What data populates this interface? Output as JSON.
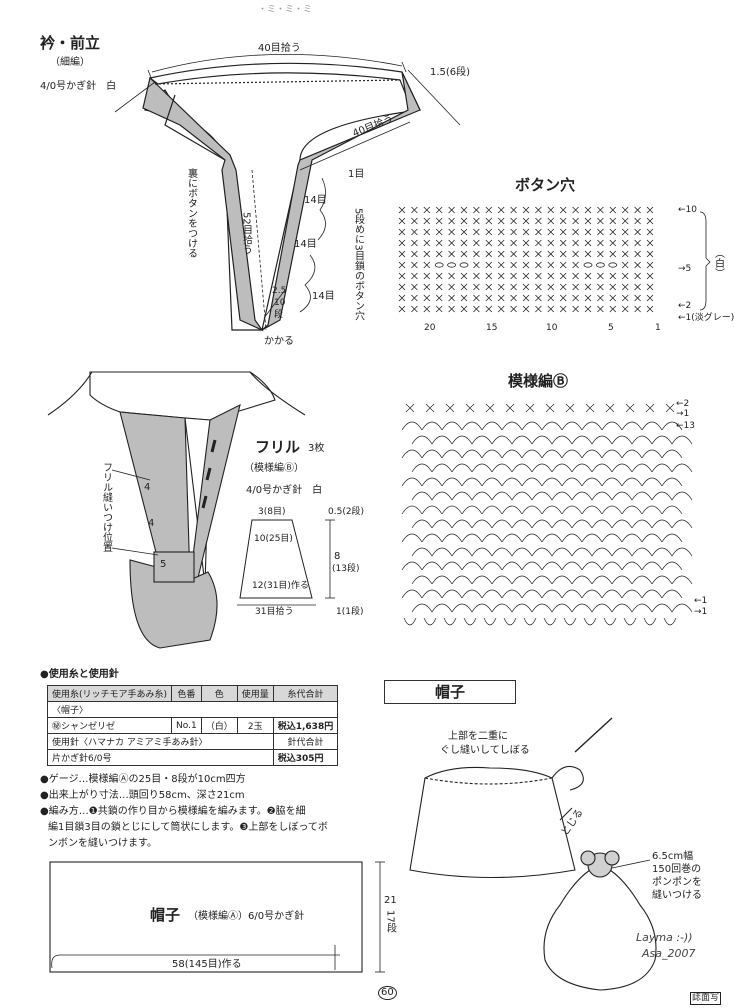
{
  "page_header": "・ミ・ミ・ミ",
  "collar": {
    "title": "衿・前立",
    "stitch": "（細編）",
    "hook": "4/0号かぎ針　白",
    "top_count": "40目拾う",
    "side_rows": "1.5(6段)",
    "side_pick": "40目拾う",
    "one_st": "1目",
    "back_button": "裏にボタンをつける",
    "pick52": "52目拾う",
    "c14a": "14目",
    "c14b": "14目",
    "c14c": "14目",
    "buttonhole_note": "5段めに3目鎖のボタン穴",
    "tip_w": "2.5",
    "tip_st": "10",
    "tip_rows": "段",
    "overlap": "かかる"
  },
  "buttonhole": {
    "title": "ボタン穴",
    "row_labels": [
      "←10",
      "→5",
      "←2",
      "←1(淡グレー)"
    ],
    "side_label": "（白）",
    "col_labels": [
      "20",
      "15",
      "10",
      "5",
      "1"
    ]
  },
  "pattern_b": {
    "title": "模様編Ⓑ",
    "right_labels": [
      "←2",
      "→1",
      "←13",
      "←1",
      "→1"
    ]
  },
  "ruffle_place": {
    "label": "フリル縫いつけ位置",
    "n1": "4",
    "n2": "4",
    "n3": "5"
  },
  "ruffle": {
    "title": "フリル",
    "count": "3枚",
    "stitch": "（模様編Ⓑ）",
    "hook": "4/0号かぎ針　白",
    "top_sts": "3(8目)",
    "mid_sts": "10(25目)",
    "low_sts": "12(31目)作る",
    "pick": "31目拾う",
    "r05": "0.5(2段)",
    "r8": "8",
    "r13": "(13段)",
    "r1": "1(1段)"
  },
  "materials": {
    "heading": "●使用糸と使用針",
    "table_header": [
      "使用糸(リッチモア手あみ糸)",
      "色番",
      "色",
      "使用量",
      "糸代合計"
    ],
    "hat_row": "〈帽子〉",
    "yarn": "㊙シャンゼリゼ",
    "color_no": "No.1",
    "color": "（白）",
    "amount": "2玉",
    "yarn_price": "税込1,638円",
    "needle_used": "使用針〈ハマナカ アミアミ手あみ針〉",
    "needle_total": "針代合計",
    "hook_size": "片かぎ針6/0号",
    "needle_price": "税込305円"
  },
  "notes": {
    "gauge": "●ゲージ…模様編Ⓐの25目・8段が10cm四方",
    "size": "●出来上がり寸法…頭回り58cm、深さ21cm",
    "method1": "●編み方…❶共鎖の作り目から模様編を編みます。❷脇を細",
    "method2": "編1目鎖3目の鎖とじにして筒状にします。❸上部をしぼってボ",
    "method3": "ンボンを縫いつけます。"
  },
  "hat_section": {
    "title": "帽子",
    "gather_note1": "上部を二重に",
    "gather_note2": "ぐし縫いしてしぼる",
    "close": "とじる",
    "pompon1": "6.5cm幅",
    "pompon2": "150回巻の",
    "pompon3": "ポンポンを",
    "pompon4": "縫いつける"
  },
  "hat_piece": {
    "title": "帽子",
    "detail": "（模様編Ⓐ）6/0号かぎ針",
    "width": "58(145目)作る",
    "height": "21",
    "rows": "17段"
  },
  "page_number": "60",
  "watermark1": "Layma :-))",
  "watermark2": "Asa_2007",
  "corner_mark": "誌面写"
}
